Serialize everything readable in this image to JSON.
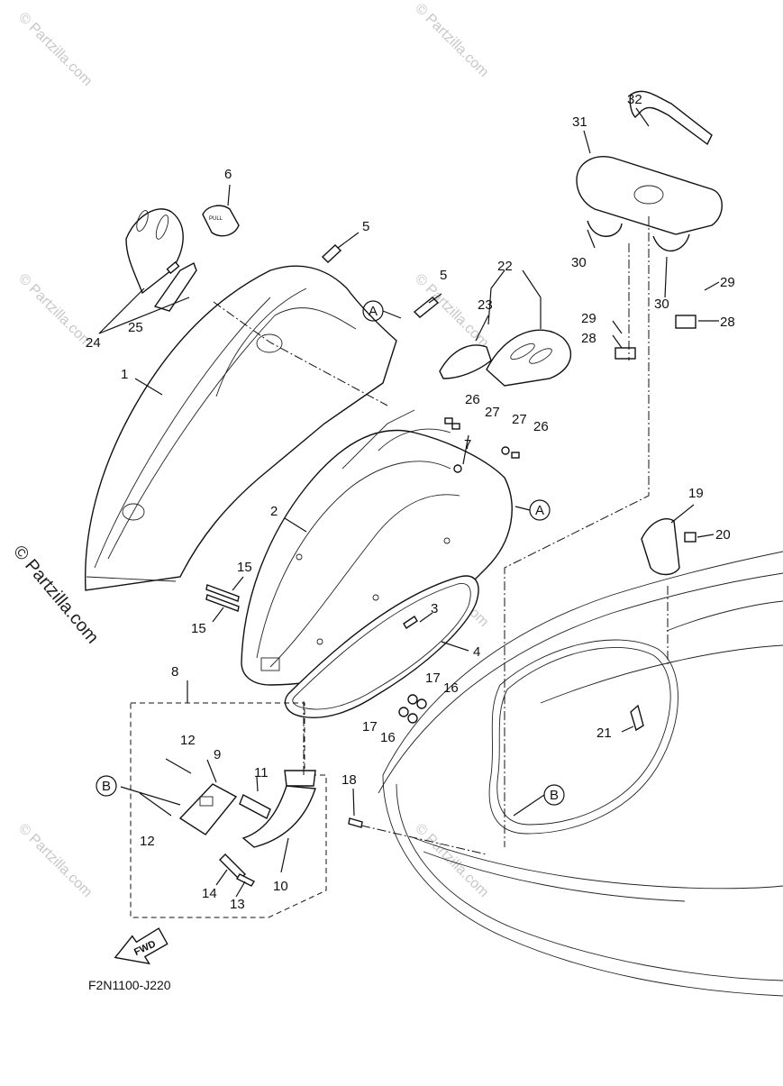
{
  "diagram": {
    "code": "F2N1100-J220",
    "fwd_label": "FWD",
    "watermark_main": "© Partzilla.com",
    "watermark_small": "© Partzilla.com",
    "ref_markers": [
      "A",
      "A",
      "B",
      "B"
    ],
    "callouts": [
      "1",
      "2",
      "3",
      "4",
      "5",
      "5",
      "6",
      "7",
      "8",
      "9",
      "10",
      "11",
      "12",
      "12",
      "13",
      "14",
      "15",
      "15",
      "16",
      "16",
      "17",
      "17",
      "18",
      "19",
      "20",
      "21",
      "22",
      "23",
      "24",
      "25",
      "26",
      "26",
      "27",
      "27",
      "28",
      "28",
      "29",
      "29",
      "30",
      "30",
      "31",
      "32"
    ]
  }
}
